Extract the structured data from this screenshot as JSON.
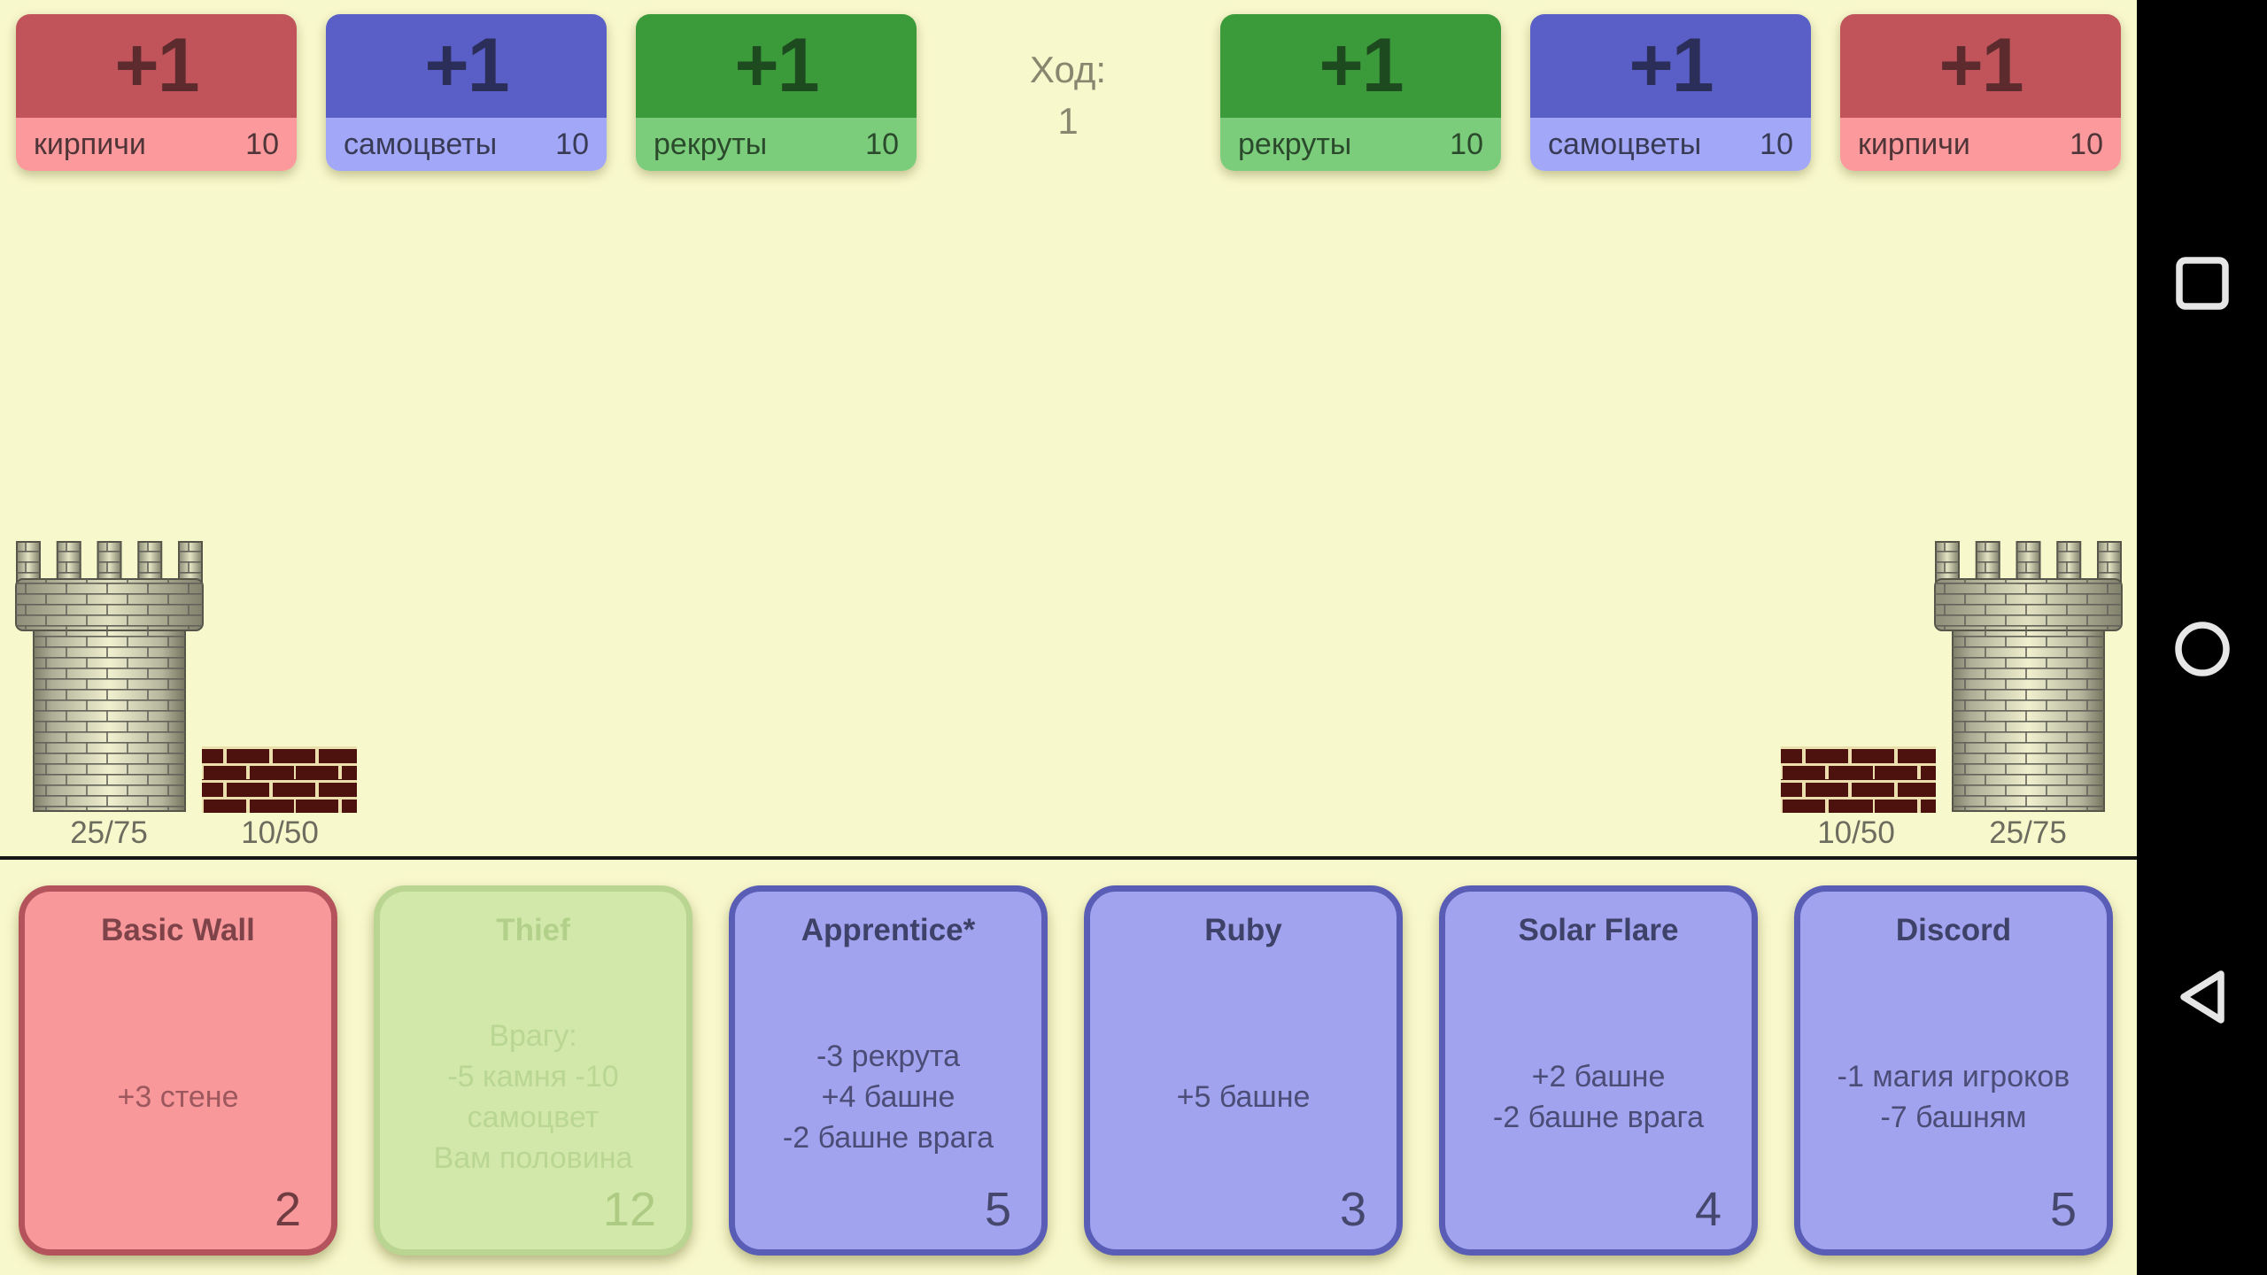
{
  "turn": {
    "label": "Ход:",
    "value": "1"
  },
  "resource_bar": {
    "left": [
      {
        "delta": "+1",
        "name": "кирпичи",
        "amount": "10",
        "type": "bricks"
      },
      {
        "delta": "+1",
        "name": "самоцветы",
        "amount": "10",
        "type": "gems"
      },
      {
        "delta": "+1",
        "name": "рекруты",
        "amount": "10",
        "type": "recruits"
      }
    ],
    "right": [
      {
        "delta": "+1",
        "name": "рекруты",
        "amount": "10",
        "type": "recruits"
      },
      {
        "delta": "+1",
        "name": "самоцветы",
        "amount": "10",
        "type": "gems"
      },
      {
        "delta": "+1",
        "name": "кирпичи",
        "amount": "10",
        "type": "bricks"
      }
    ]
  },
  "battlefield": {
    "left_player": {
      "tower_hp": "25/75",
      "wall_hp": "10/50"
    },
    "right_player": {
      "wall_hp": "10/50",
      "tower_hp": "25/75"
    }
  },
  "hand": {
    "cards": [
      {
        "title": "Basic Wall",
        "effect_lines": [
          "+3 стене"
        ],
        "cost": "2",
        "color": "red",
        "disabled": false
      },
      {
        "title": "Thief",
        "effect_lines": [
          "Врагу:",
          "-5 камня -10",
          "самоцвет",
          "Вам половина"
        ],
        "cost": "12",
        "color": "green",
        "disabled": true
      },
      {
        "title": "Apprentice*",
        "effect_lines": [
          "-3 рекрута",
          "+4 башне",
          "-2 башне врага"
        ],
        "cost": "5",
        "color": "purple",
        "disabled": false
      },
      {
        "title": "Ruby",
        "effect_lines": [
          "+5 башне"
        ],
        "cost": "3",
        "color": "purple",
        "disabled": false
      },
      {
        "title": "Solar Flare",
        "effect_lines": [
          "+2 башне",
          "-2 башне врага"
        ],
        "cost": "4",
        "color": "purple",
        "disabled": false
      },
      {
        "title": "Discord",
        "effect_lines": [
          "-1 магия игроков",
          "-7 башням"
        ],
        "cost": "5",
        "color": "purple",
        "disabled": false
      }
    ]
  },
  "nav_bar": {
    "icons": [
      {
        "name": "recents-square-icon"
      },
      {
        "name": "home-circle-icon"
      },
      {
        "name": "back-triangle-icon"
      }
    ]
  },
  "palette": {
    "background": "#f8f8cd",
    "bricks_dark": "#c0545a",
    "bricks_light": "#fb999c",
    "gems_dark": "#5a5fc8",
    "gems_light": "#a3a7f8",
    "recruits_dark": "#3b9b3b",
    "recruits_light": "#7bcd7c",
    "card_red_bg": "#f8989b",
    "card_red_border": "#b4535b",
    "card_green_bg": "#d2e8ab",
    "card_green_border": "#bad591",
    "card_purple_bg": "#a1a3ef",
    "card_purple_border": "#5a5db6",
    "wall_brick": "#4d120d",
    "wall_mortar": "#ecdfae",
    "turn_text": "#87876f",
    "hp_text": "#6c6c5f",
    "nav_bar_bg": "#000000",
    "nav_icon": "#e6e6e6"
  }
}
